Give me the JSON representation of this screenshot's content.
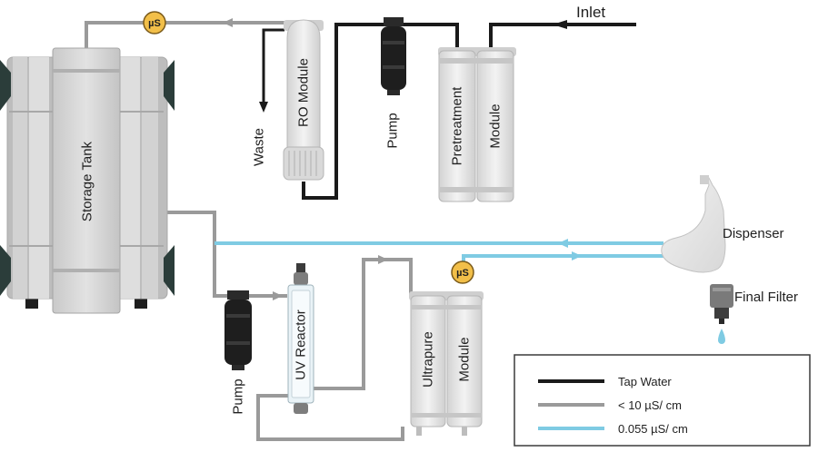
{
  "labels": {
    "inlet": "Inlet",
    "storage_tank": "Storage Tank",
    "ro_module": "RO Module",
    "waste": "Waste",
    "pump_top": "Pump",
    "pretreatment": "Pretreatment",
    "pretreatment_module": "Module",
    "dispenser": "Dispenser",
    "final_filter": "Final Filter",
    "pump_bottom": "Pump",
    "uv_reactor": "UV Reactor",
    "ultrapure": "Ultrapure",
    "ultrapure_module": "Module",
    "meter_top": "µS",
    "meter_bottom": "µS"
  },
  "legend": {
    "items": [
      {
        "label": "Tap Water",
        "color": "#1a1a1a"
      },
      {
        "label": "< 10 µS/ cm",
        "color": "#9a9a9a"
      },
      {
        "label": "0.055 µS/ cm",
        "color": "#7fcbe3"
      }
    ]
  },
  "colors": {
    "tap_water": "#1a1a1a",
    "intermediate": "#9a9a9a",
    "ultrapure": "#7fcbe3",
    "meter": "#f2bf49"
  }
}
